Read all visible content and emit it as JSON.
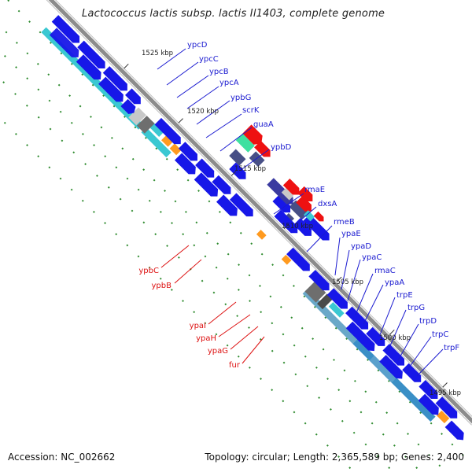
{
  "title": "Lactococcus lactis subsp. lactis Il1403, complete genome",
  "footer": {
    "accession": "Accession: NC_002662",
    "topology": "Topology: circular; Length: 2,365,589 bp; Genes: 2,400"
  },
  "colors": {
    "backbone": "#8c8c8c",
    "forward_gene": "#1717e8",
    "reverse_gene": "#ee1111",
    "rna": "#3ac8d2",
    "dark_band": "#474f86",
    "gray_band": "#6e6e6e",
    "orange_feature": "#ff9a1f",
    "label_forward": "#1a1ad0",
    "label_reverse": "#dd1111",
    "guide_dots": "#2e8b2e"
  },
  "ticks": [
    "1525 kbp",
    "1520 kbp",
    "1515 kbp",
    "1510 kbp",
    "1505 kbp",
    "1500 kbp",
    "1495 kbp"
  ],
  "forward_genes": [
    "ypcD",
    "ypcC",
    "ypcB",
    "ypcA",
    "ypbG",
    "scrK",
    "guaA",
    "ypbD",
    "rmaE",
    "dxsA",
    "rmeB",
    "ypaE",
    "ypaD",
    "ypaC",
    "rmaC",
    "ypaA",
    "trpE",
    "trpG",
    "trpD",
    "trpC",
    "trpF"
  ],
  "reverse_genes": [
    "ypbC",
    "ypbB",
    "ypaI",
    "ypaH",
    "ypaG",
    "fur"
  ]
}
